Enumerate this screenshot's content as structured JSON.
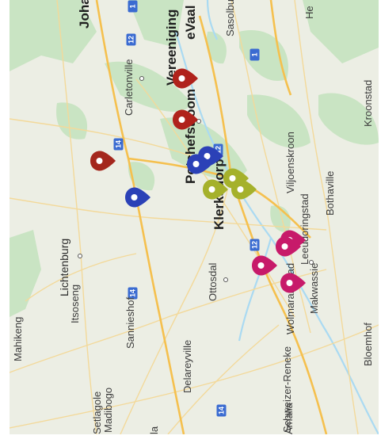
{
  "map": {
    "colors": {
      "land": "#eceee4",
      "green": "#c7e4c2",
      "water": "#aadaf2",
      "highway": "#f5c04e",
      "road": "#f2d796",
      "shield_blue": "#3a6bd1",
      "pin_red": "#a4271d",
      "pin_darkred": "#b0221b",
      "pin_blue": "#2b41b7",
      "pin_olive": "#a5b12b",
      "pin_magenta": "#c71a6a"
    },
    "labels": [
      {
        "id": "johannesburg",
        "text": "Joha",
        "size": "big"
      },
      {
        "id": "vereeniging",
        "text": "Vereeniging",
        "size": "big"
      },
      {
        "id": "vaal",
        "text": "eVaal",
        "size": "big"
      },
      {
        "id": "sasolburg",
        "text": "Sasolburg",
        "size": "small"
      },
      {
        "id": "heilbron",
        "text": "He",
        "size": "small"
      },
      {
        "id": "carletonville",
        "text": "Carletonville",
        "size": "small"
      },
      {
        "id": "potchefstroom",
        "text": "Potchefstroom",
        "size": "big"
      },
      {
        "id": "kroonstad",
        "text": "Kroonstad",
        "size": "small"
      },
      {
        "id": "viljoenskroon",
        "text": "Viljoenskroon",
        "size": "small"
      },
      {
        "id": "klerksdorp",
        "text": "Klerksdorp",
        "size": "big"
      },
      {
        "id": "leeudoringstad",
        "text": "Leeudoringstad",
        "size": "small"
      },
      {
        "id": "bothaville",
        "text": "Bothaville",
        "size": "small"
      },
      {
        "id": "lichtenburg",
        "text": "Lichtenburg",
        "size": "mid"
      },
      {
        "id": "itsoseng",
        "text": "Itsoseng",
        "size": "small"
      },
      {
        "id": "ottosdal",
        "text": "Ottosdal",
        "size": "small"
      },
      {
        "id": "wolmaransstad",
        "text": "Wolmaransstad",
        "size": "small"
      },
      {
        "id": "makwassie",
        "text": "Makwassie",
        "size": "small"
      },
      {
        "id": "mahikeng",
        "text": "Mahikeng",
        "size": "small"
      },
      {
        "id": "sannieshof",
        "text": "Sannieshof",
        "size": "small"
      },
      {
        "id": "delareyville",
        "text": "Delareyville",
        "size": "small"
      },
      {
        "id": "bloemhof",
        "text": "Bloemhof",
        "size": "small"
      },
      {
        "id": "schweizer-reneke",
        "text": "Schweizer-Reneke",
        "size": "small"
      },
      {
        "id": "madibogo",
        "text": "Madibogo",
        "size": "small"
      },
      {
        "id": "setlagole",
        "text": "Setlagole",
        "size": "small"
      },
      {
        "id": "amalia",
        "text": "Amalia",
        "size": "small"
      },
      {
        "id": "la",
        "text": "la",
        "size": "small"
      }
    ],
    "shields": [
      {
        "id": "n12-north",
        "text": "12"
      },
      {
        "id": "n1",
        "text": "1"
      },
      {
        "id": "n14-east",
        "text": "14"
      },
      {
        "id": "n12-center",
        "text": "12"
      },
      {
        "id": "n12-klerksdorp",
        "text": "12"
      },
      {
        "id": "n14-south",
        "text": "14"
      },
      {
        "id": "n14-west",
        "text": "14"
      },
      {
        "id": "n1-top",
        "text": "1"
      }
    ],
    "pins": [
      {
        "id": "pin-vereeniging",
        "color": "pin_darkred"
      },
      {
        "id": "pin-potch-north",
        "color": "pin_darkred"
      },
      {
        "id": "pin-n14",
        "color": "pin_red"
      },
      {
        "id": "pin-blue-1",
        "color": "pin_blue"
      },
      {
        "id": "pin-blue-2",
        "color": "pin_blue"
      },
      {
        "id": "pin-blue-3",
        "color": "pin_blue"
      },
      {
        "id": "pin-olive-1",
        "color": "pin_olive"
      },
      {
        "id": "pin-olive-2",
        "color": "pin_olive"
      },
      {
        "id": "pin-olive-3",
        "color": "pin_olive"
      },
      {
        "id": "pin-magenta-1",
        "color": "pin_magenta"
      },
      {
        "id": "pin-magenta-2",
        "color": "pin_magenta"
      },
      {
        "id": "pin-magenta-3",
        "color": "pin_magenta"
      },
      {
        "id": "pin-magenta-4",
        "color": "pin_magenta"
      }
    ]
  }
}
